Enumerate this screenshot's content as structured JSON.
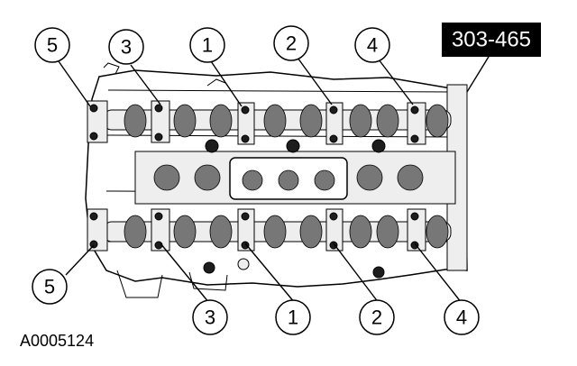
{
  "figure": {
    "tool_number": "303-465",
    "figure_id": "A0005124"
  },
  "callouts": {
    "top": [
      "5",
      "3",
      "1",
      "2",
      "4"
    ],
    "bottom": [
      "5",
      "3",
      "1",
      "2",
      "4"
    ]
  }
}
